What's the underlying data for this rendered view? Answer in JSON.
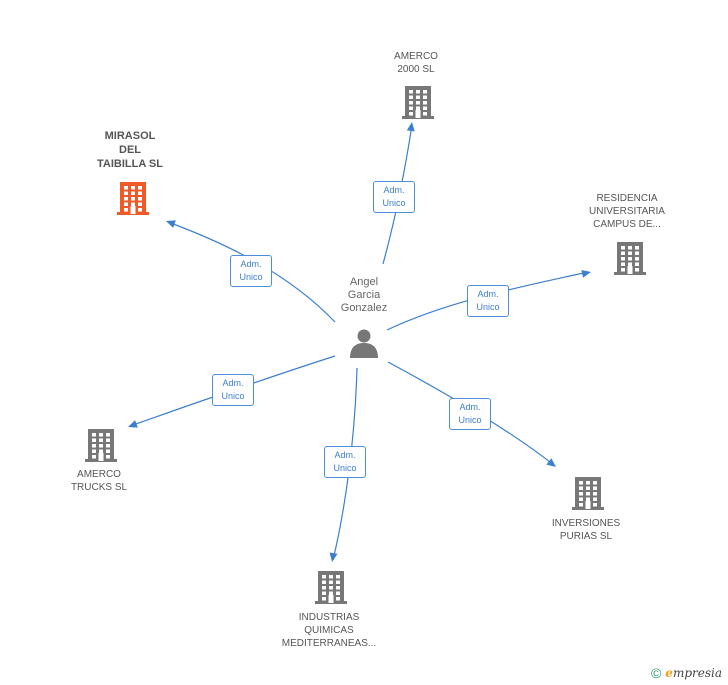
{
  "center": {
    "name": "Angel\nGarcia\nGonzalez",
    "icon": "person-icon"
  },
  "relation_label_line1": "Adm.",
  "relation_label_line2": "Unico",
  "colors": {
    "edge": "#3d7fcf",
    "node": "#777777",
    "highlight": "#f05a28"
  },
  "nodes": [
    {
      "id": "amerco-2000",
      "name": "AMERCO\n2000 SL",
      "icon": "building-icon",
      "highlight": false
    },
    {
      "id": "mirasol",
      "name": "MIRASOL\nDEL\nTAIBILLA SL",
      "icon": "building-icon",
      "highlight": true
    },
    {
      "id": "residencia",
      "name": "RESIDENCIA\nUNIVERSITARIA\nCAMPUS DE...",
      "icon": "building-icon",
      "highlight": false
    },
    {
      "id": "amerco-trucks",
      "name": "AMERCO\nTRUCKS SL",
      "icon": "building-icon",
      "highlight": false
    },
    {
      "id": "inversiones",
      "name": "INVERSIONES\nPURIAS SL",
      "icon": "building-icon",
      "highlight": false
    },
    {
      "id": "industrias",
      "name": "INDUSTRIAS\nQUIMICAS\nMEDITERRANEAS...",
      "icon": "building-icon",
      "highlight": false
    }
  ],
  "footer": {
    "symbol": "©",
    "brand_initial": "e",
    "brand_rest": "mpresia"
  }
}
